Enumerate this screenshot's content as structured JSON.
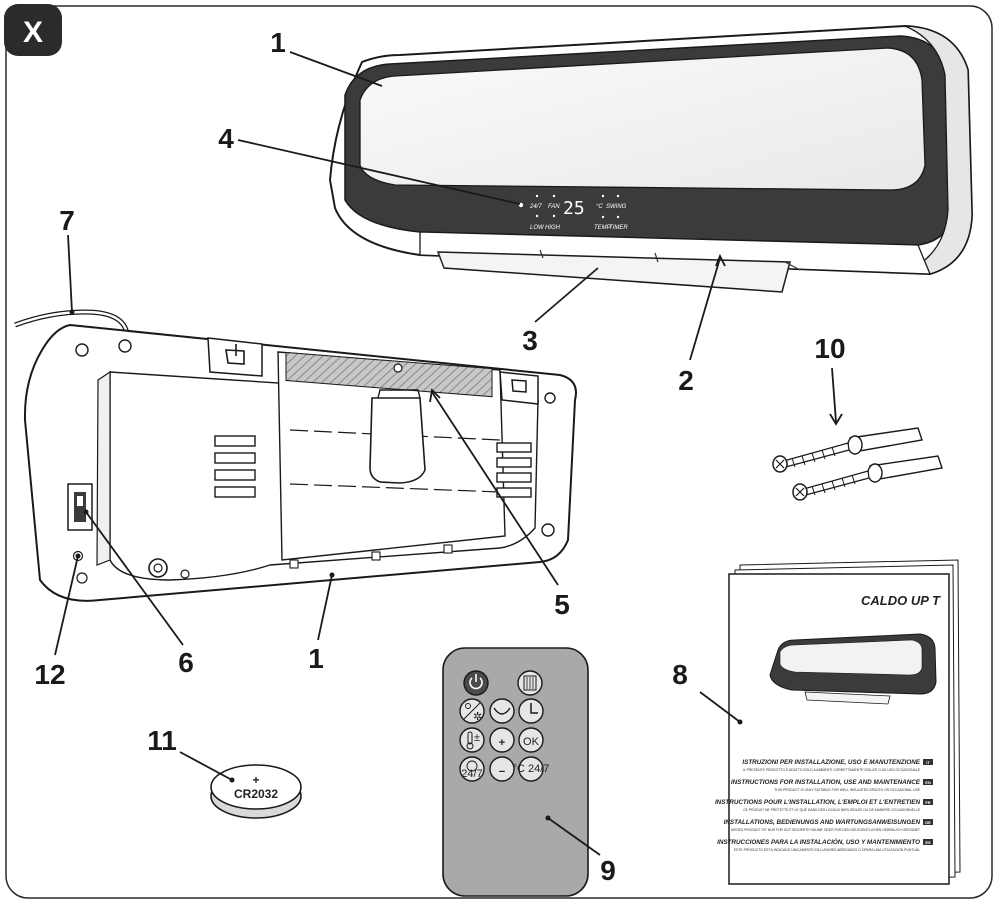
{
  "badge": "X",
  "product_name": "CALDO UP T",
  "callouts": {
    "n1_top": "1",
    "n2": "2",
    "n3": "3",
    "n4": "4",
    "n5": "5",
    "n6": "6",
    "n7": "7",
    "n8": "8",
    "n9": "9",
    "n10": "10",
    "n11": "11",
    "n12": "12",
    "n1_bottom": "1"
  },
  "display_panel": {
    "mode_247": "24/7",
    "fan": "FAN",
    "digits": "25",
    "unit": "°C",
    "swing": "SWING",
    "low": "LOW",
    "high": "HIGH",
    "temp": "TEMP",
    "timer": "TIMER"
  },
  "battery": {
    "plus": "+",
    "model": "CR2032"
  },
  "remote": {
    "ok": "OK",
    "plus": "+",
    "minus": "−",
    "hours_247": "24/7",
    "celsius_247": "°C 24/7"
  },
  "manual": {
    "sections": [
      {
        "heading": "ISTRUZIONI PER INSTALLAZIONE, USO E MANUTENZIONE",
        "tag": "IT",
        "sub": "IL PRESENTE PRODOTTO È ADATTO SOLO A AMBIENTI CORRETTAMENTE ISOLATI O AD USO OCCASIONALE"
      },
      {
        "heading": "INSTRUCTIONS FOR INSTALLATION, USE AND MAINTENANCE",
        "tag": "EN",
        "sub": "THIS PRODUCT IS ONLY SUITABLE FOR WELL INSULATED SPACES OR OCCASIONAL USE"
      },
      {
        "heading": "INSTRUCTIONS POUR L'INSTALLATION, L'EMPLOI ET L'ENTRETIEN",
        "tag": "FR",
        "sub": "CE PRODUIT NE PRETETTE ET LE QUE DANS DES LOCAUX BIEN ISOLES OU DE MANIERE OCCASIONNELLE"
      },
      {
        "heading": "INSTALLATIONS, BEDIENUNGS AND WARTUNGSANWEISUNGEN",
        "tag": "DE",
        "sub": "DIESES PRODUKT IST NUR FÜR GUT ISOLIERTE RÄUME ODER FÜR DEN GELEGENTLICHEN GEBRAUCH GEEIGNET"
      },
      {
        "heading": "INSTRUCCIONES PARA LA INSTALACIÓN, USO Y MANTENIMIENTO",
        "tag": "ES",
        "sub": "ESTE PRODUCTO ESTÁ INDICADO ÚNICAMENTE EN LUGARES ABRIGADOS O OPARA UNA UTILIZACIÓN PUNTUAL"
      }
    ]
  },
  "colors": {
    "badge_bg": "#2b2b2b",
    "heater_dark": "#3b3b3b",
    "glass": "#f2f2f2",
    "hatch": "#a6a6a6",
    "remote_body": "#a9a9a9",
    "power_button": "#4a4a4a"
  }
}
